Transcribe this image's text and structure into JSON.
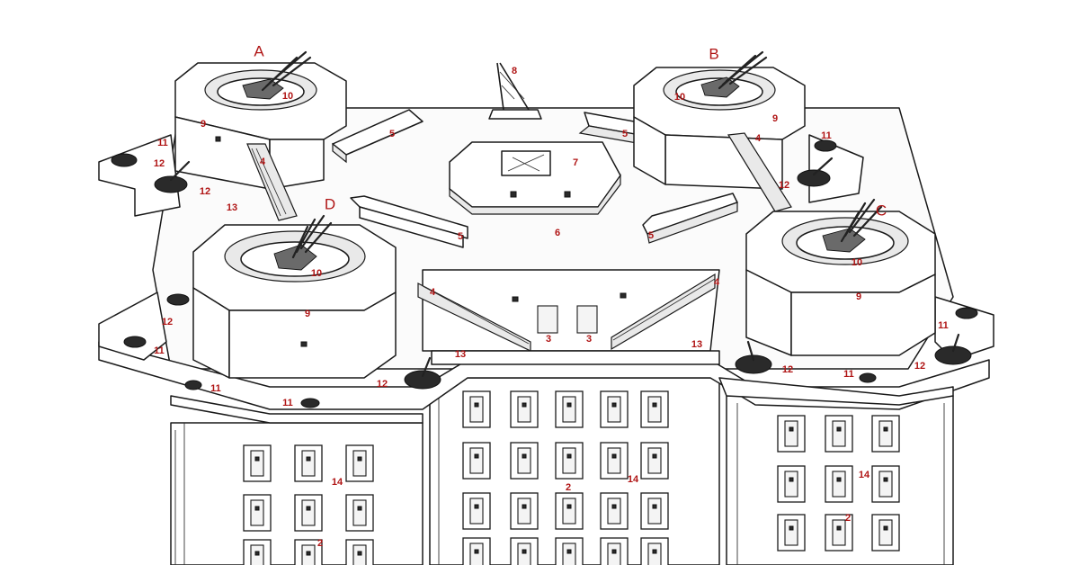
{
  "tower_letters": [
    "A",
    "B",
    "C",
    "D"
  ],
  "callouts": {
    "stairs_door": "3",
    "ramp": "4",
    "bunker_low": "5",
    "roof_deck": "6",
    "control_post": "7",
    "crane": "8",
    "gun_tower": "9",
    "gun_pit": "10",
    "light_flak": "11",
    "flak_pit": "12",
    "gallery": "13",
    "window_shutter": "14",
    "floor": "2"
  }
}
